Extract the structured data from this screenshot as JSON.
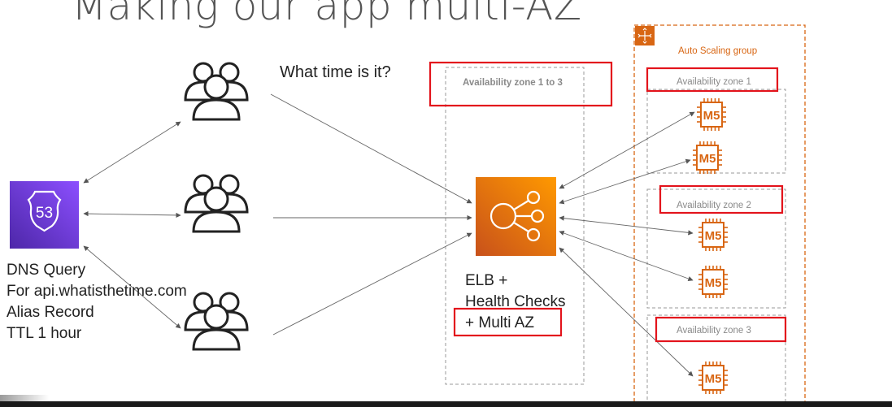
{
  "slide": {
    "title": "Making our app multi-AZ"
  },
  "users": {
    "question": "What time is it?"
  },
  "route53": {
    "badge": "53",
    "lines": [
      "DNS Query",
      "For api.whatisthetime.com",
      "Alias Record",
      "TTL 1 hour"
    ]
  },
  "elb": {
    "lines": [
      "ELB +",
      "Health Checks",
      "+ Multi AZ"
    ]
  },
  "zones": {
    "elb_zone": "Availability zone 1 to 3",
    "asg_label": "Auto Scaling group",
    "az1": "Availability zone 1",
    "az2": "Availability zone 2",
    "az3": "Availability zone 3"
  },
  "instances": {
    "type": "M5"
  },
  "colors": {
    "highlight": "#e3141c",
    "route53": "#6a3fb5",
    "elb": "#e8731a",
    "asg": "#d86613",
    "lines": "#666666"
  }
}
